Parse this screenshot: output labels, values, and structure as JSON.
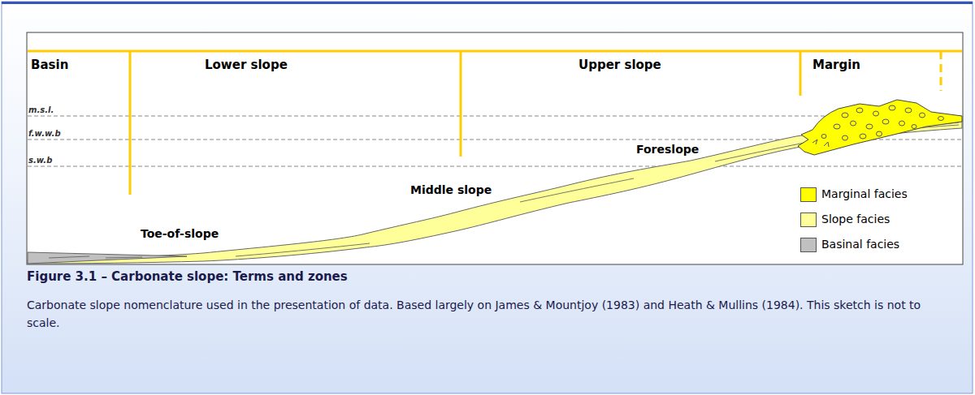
{
  "diagram": {
    "title": "Figure 3.1 – Carbonate slope: Terms and zones",
    "caption": "Carbonate slope nomenclature used in the presentation of data. Based largely on James & Mountjoy (1983) and Heath & Mullins (1984). This sketch is not to scale.",
    "labels": [
      "Basin",
      "Lower slope",
      "Upper slope",
      "Margin",
      "m.s.l.",
      "f.w.w.b",
      "s.w.b",
      "Foreslope",
      "Middle slope",
      "Toe-of-slope"
    ],
    "legend": [
      {
        "text": "Marginal facies",
        "color": "#ffff00"
      },
      {
        "text": "Slope facies",
        "color": "#ffff99"
      },
      {
        "text": "Basinal facies",
        "color": "#c0c0c0"
      }
    ]
  }
}
